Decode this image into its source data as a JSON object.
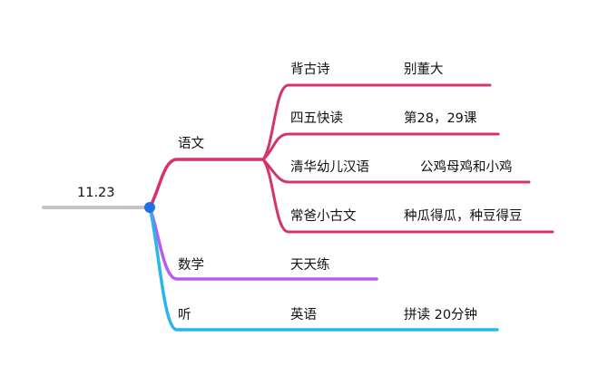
{
  "root": {
    "label": "11.23"
  },
  "branches": [
    {
      "label": "语文",
      "color": "#d6336c",
      "children": [
        {
          "label": "背古诗",
          "detail": "别董大"
        },
        {
          "label": "四五快读",
          "detail": "第28，29课"
        },
        {
          "label": "清华幼儿汉语",
          "detail": "公鸡母鸡和小鸡"
        },
        {
          "label": "常爸小古文",
          "detail": "种瓜得瓜，种豆得豆"
        }
      ]
    },
    {
      "label": "数学",
      "color": "#b55ee8",
      "children": [
        {
          "label": "天天练",
          "detail": ""
        }
      ]
    },
    {
      "label": "听",
      "color": "#29b6ec",
      "children": [
        {
          "label": "英语",
          "detail": "拼读 20分钟"
        }
      ]
    }
  ],
  "colors": {
    "root_line": "#c4c4c4",
    "root_dot": "#1f6fe5"
  }
}
